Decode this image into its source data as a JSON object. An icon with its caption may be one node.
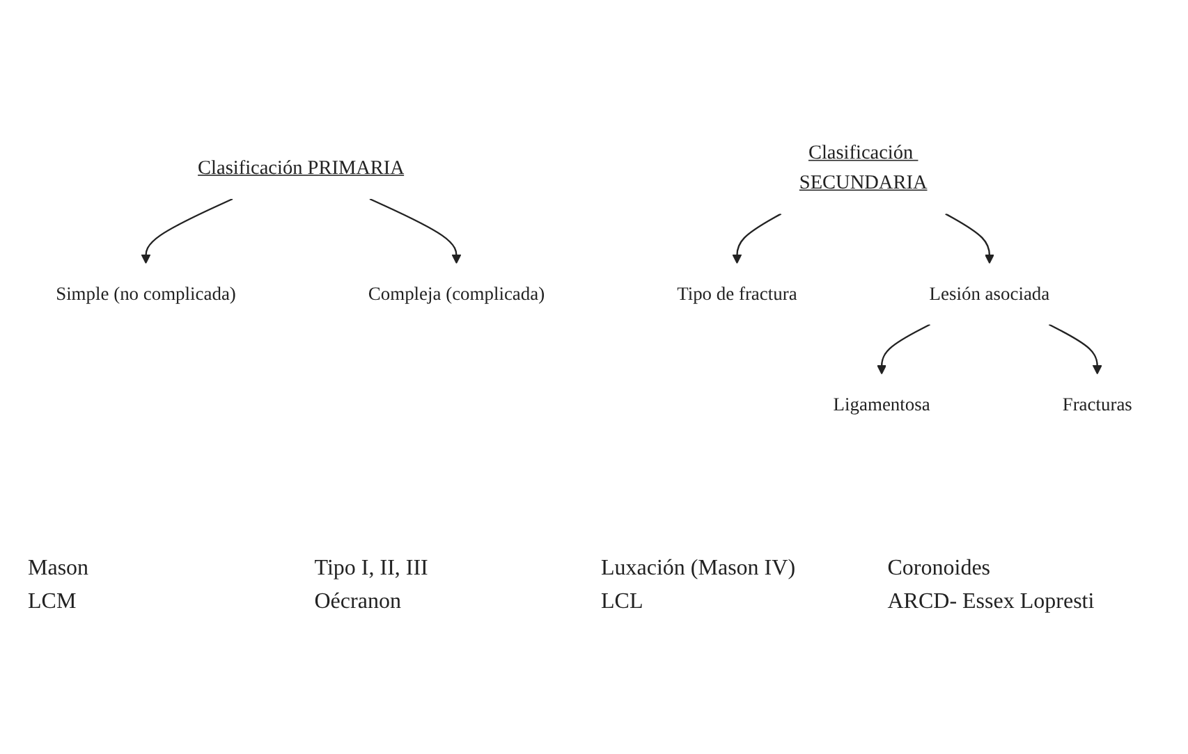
{
  "diagram": {
    "nodes": [
      {
        "text": [
          "Clasificación PRIMARIA"
        ]
      },
      {
        "text": [
          "Simple (no complicada)"
        ]
      },
      {
        "text": [
          "Compleja (complicada)"
        ]
      },
      {
        "text": [
          "Clasificación SECUNDARIA"
        ]
      },
      {
        "text": [
          "Tipo de fractura"
        ]
      },
      {
        "text": [
          "Lesión asociada"
        ]
      },
      {
        "text": [
          "Ligamentosa"
        ]
      },
      {
        "text": [
          "Fracturas"
        ]
      }
    ],
    "edges": [
      {
        "from": 0,
        "to": 1,
        "arrow": "to"
      },
      {
        "from": 0,
        "to": 2,
        "arrow": "to"
      },
      {
        "from": 3,
        "to": 4,
        "arrow": "to"
      },
      {
        "from": 3,
        "to": 5,
        "arrow": "to"
      },
      {
        "from": 5,
        "to": 6,
        "arrow": "to"
      },
      {
        "from": 5,
        "to": 7,
        "arrow": "to"
      }
    ],
    "labels": [
      "Mason",
      "Tipo I, II, III",
      "Luxación (Mason IV)",
      "Coronoides",
      "LCM",
      "Oécranon",
      "LCL",
      "ARCD- Essex Lopresti"
    ]
  }
}
